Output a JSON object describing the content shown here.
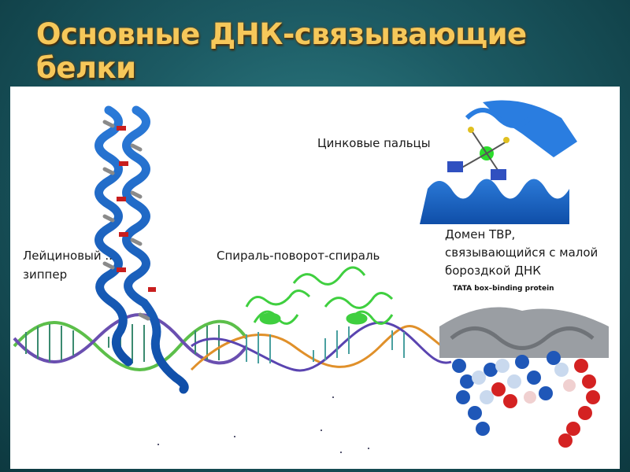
{
  "slide": {
    "title": "Основные ДНК-связывающие белки"
  },
  "labels": {
    "zinc_fingers": "Цинковые пальцы",
    "leucine_zipper_line1": "Лейциновый ..",
    "leucine_zipper_line2": "зиппер",
    "helix_turn_helix": "Спираль-поворот-спираль",
    "tbp_line1": "Домен ТВР,",
    "tbp_line2": "связывающийся с малой",
    "tbp_line3": "бороздкой ДНК",
    "tata_caption": "TATA box–binding protein"
  },
  "colors": {
    "title": "#f6c85a",
    "helix_blue": "#1c6fd1",
    "helix_grey": "#8a8a8a",
    "strand_green": "#5cbf4a",
    "strand_purple": "#6a4fb0",
    "strand_orange": "#e0902a",
    "protein_green": "#3fcf3f",
    "residue_red": "#c81e1e",
    "tbp_grey": "#9a9ea3"
  }
}
